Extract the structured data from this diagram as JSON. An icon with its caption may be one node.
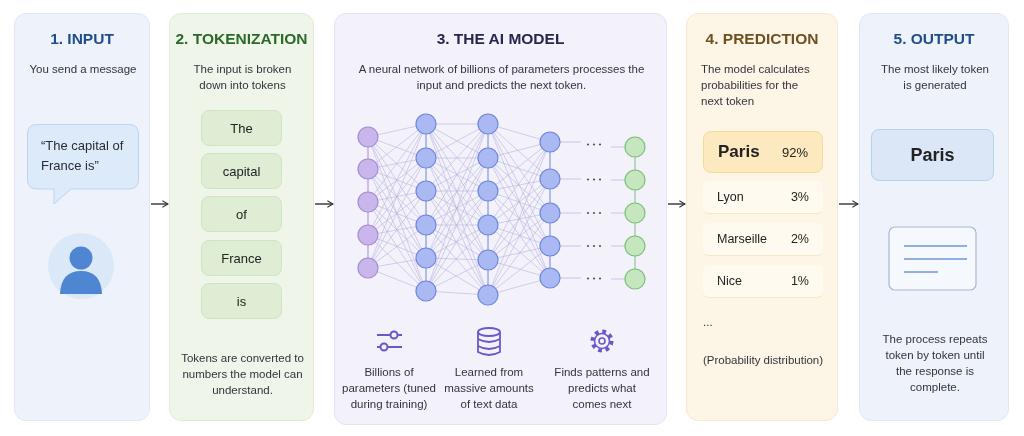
{
  "diagram": {
    "nodes": [
      {
        "text": [
          "1. INPUT",
          "You send a message"
        ]
      },
      {
        "text": [
          "“The capital of France is”"
        ],
        "in": 0
      },
      {
        "text": [
          "2. TOKENIZATION",
          "The input is broken down into tokens",
          "Tokens are converted to numbers the model can understand."
        ]
      },
      {
        "text": [
          "The"
        ],
        "in": 2
      },
      {
        "text": [
          "capital"
        ],
        "in": 2
      },
      {
        "text": [
          "of"
        ],
        "in": 2
      },
      {
        "text": [
          "France"
        ],
        "in": 2
      },
      {
        "text": [
          "is"
        ],
        "in": 2
      },
      {
        "text": [
          "3. THE AI MODEL",
          "A neural network of billions of parameters processes the input and predicts the next token.",
          "Billions of parameters (tuned during training)",
          "Learned from massive amounts of text data",
          "Finds patterns and predicts what comes next"
        ]
      },
      {
        "text": [
          "4. PREDICTION",
          "The model calculates probabilities for the next token",
          "...",
          "(Probability distribution)"
        ]
      },
      {
        "text": [
          "Paris",
          "92%"
        ],
        "in": 9
      },
      {
        "text": [
          "Lyon",
          "3%"
        ],
        "in": 9
      },
      {
        "text": [
          "Marseille",
          "2%"
        ],
        "in": 9
      },
      {
        "text": [
          "Nice",
          "1%"
        ],
        "in": 9
      },
      {
        "text": [
          "5. OUTPUT",
          "The most likely token is generated",
          "The process repeats token by token until the response is complete."
        ]
      },
      {
        "text": [
          "Paris"
        ],
        "in": 14
      }
    ],
    "edges": [
      {
        "from": 0,
        "to": 2,
        "arrow": "to"
      },
      {
        "from": 2,
        "to": 8,
        "arrow": "to"
      },
      {
        "from": 8,
        "to": 9,
        "arrow": "to"
      },
      {
        "from": 9,
        "to": 14,
        "arrow": "to"
      }
    ]
  }
}
